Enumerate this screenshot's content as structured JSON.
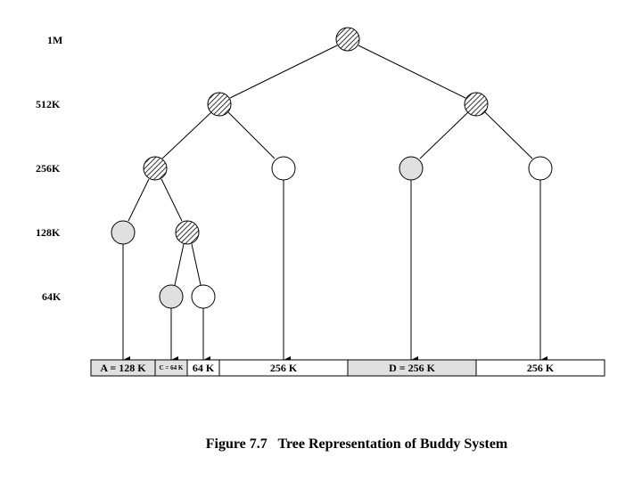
{
  "levels": [
    "1M",
    "512K",
    "256K",
    "128K",
    "64K"
  ],
  "colors": {
    "free": "#ffffff",
    "allocated": "#e0e0e0",
    "stroke": "#000000"
  },
  "nodes": [
    {
      "id": "n1m",
      "level": 0,
      "state": "split"
    },
    {
      "id": "n512a",
      "level": 1,
      "state": "split"
    },
    {
      "id": "n512b",
      "level": 1,
      "state": "split"
    },
    {
      "id": "n256a",
      "level": 2,
      "state": "split"
    },
    {
      "id": "n256b",
      "level": 2,
      "state": "free"
    },
    {
      "id": "n256c",
      "level": 2,
      "state": "allocated"
    },
    {
      "id": "n256d",
      "level": 2,
      "state": "free"
    },
    {
      "id": "n128a",
      "level": 3,
      "state": "allocated"
    },
    {
      "id": "n128b",
      "level": 3,
      "state": "split"
    },
    {
      "id": "n64a",
      "level": 4,
      "state": "allocated"
    },
    {
      "id": "n64b",
      "level": 4,
      "state": "free"
    }
  ],
  "blocks": [
    {
      "label": "A = 128 K",
      "state": "allocated"
    },
    {
      "label": "C = 64 K",
      "state": "allocated"
    },
    {
      "label": "64 K",
      "state": "free"
    },
    {
      "label": "256 K",
      "state": "free"
    },
    {
      "label": "D = 256 K",
      "state": "allocated"
    },
    {
      "label": "256 K",
      "state": "free"
    }
  ],
  "caption": "Figure 7.7   Tree Representation of Buddy System"
}
